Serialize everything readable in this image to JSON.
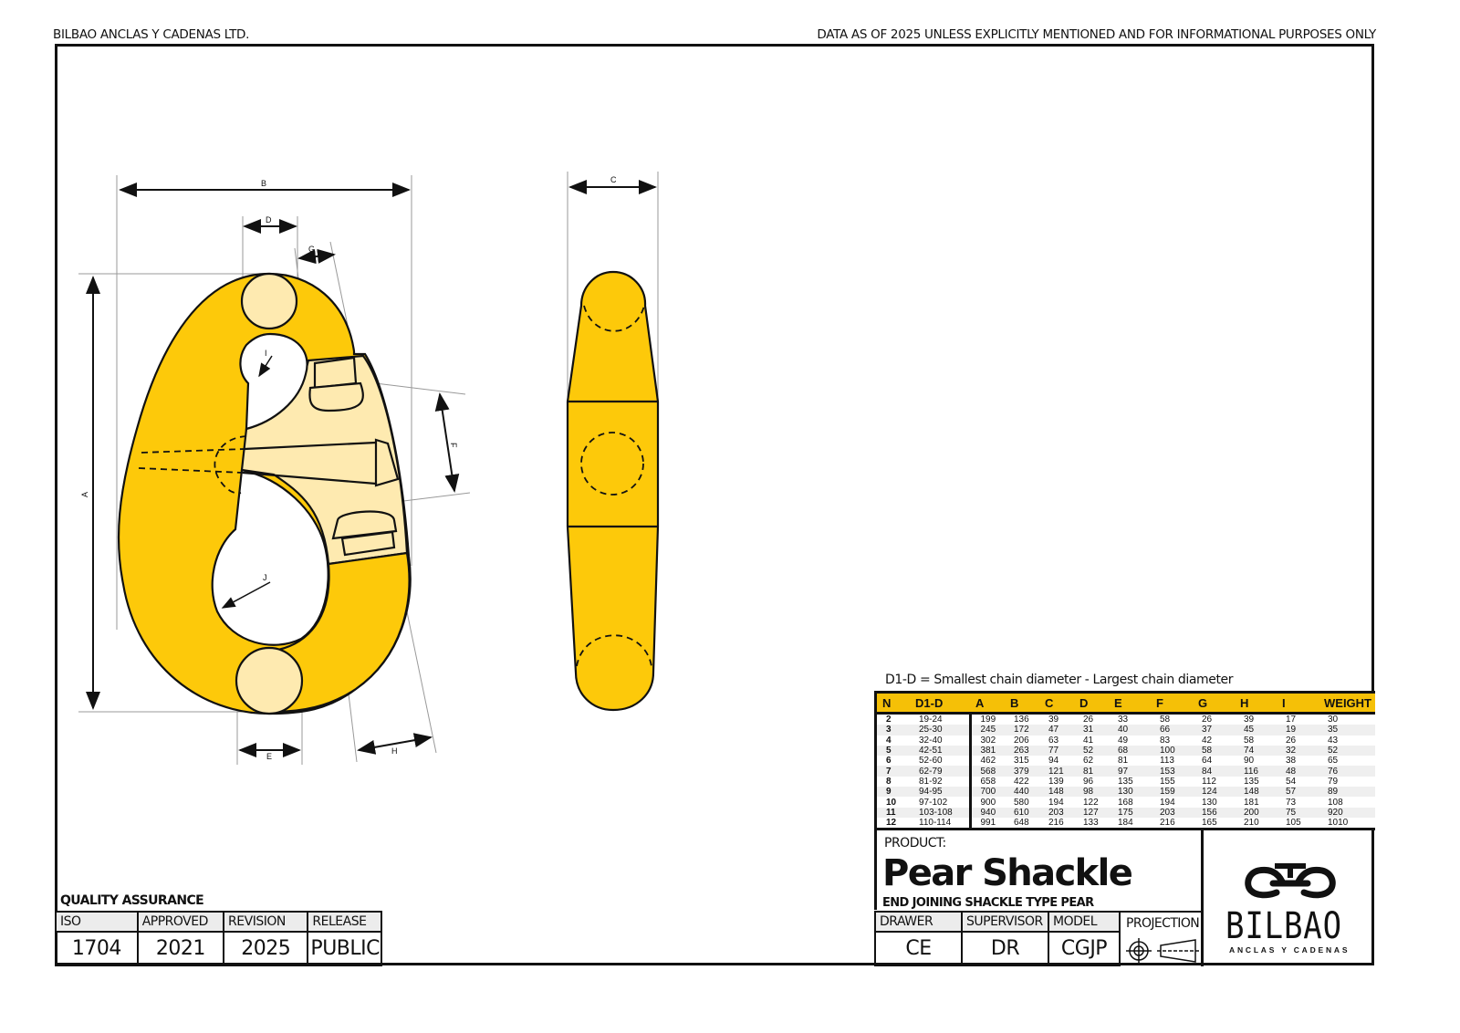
{
  "header": {
    "company": "BILBAO ANCLAS Y CADENAS LTD.",
    "disclaimer": "DATA AS OF 2025 UNLESS EXPLICITLY MENTIONED AND FOR INFORMATIONAL PURPOSES ONLY"
  },
  "drawing": {
    "front_view_labels": [
      "A",
      "B",
      "D",
      "G",
      "I",
      "J",
      "F",
      "E",
      "H"
    ],
    "side_view_labels": [
      "C"
    ],
    "colors": {
      "body": "#fdc90a",
      "insert": "#feeab0",
      "outline": "#111111"
    }
  },
  "specs": {
    "note": "D1-D = Smallest chain diameter - Largest chain diameter",
    "columns": [
      "N",
      "D1-D",
      "A",
      "B",
      "C",
      "D",
      "E",
      "F",
      "G",
      "H",
      "I",
      "WEIGHT"
    ],
    "rows": [
      [
        "2",
        "19-24",
        "199",
        "136",
        "39",
        "26",
        "33",
        "58",
        "26",
        "39",
        "17",
        "30"
      ],
      [
        "3",
        "25-30",
        "245",
        "172",
        "47",
        "31",
        "40",
        "66",
        "37",
        "45",
        "19",
        "35"
      ],
      [
        "4",
        "32-40",
        "302",
        "206",
        "63",
        "41",
        "49",
        "83",
        "42",
        "58",
        "26",
        "43"
      ],
      [
        "5",
        "42-51",
        "381",
        "263",
        "77",
        "52",
        "68",
        "100",
        "58",
        "74",
        "32",
        "52"
      ],
      [
        "6",
        "52-60",
        "462",
        "315",
        "94",
        "62",
        "81",
        "113",
        "64",
        "90",
        "38",
        "65"
      ],
      [
        "7",
        "62-79",
        "568",
        "379",
        "121",
        "81",
        "97",
        "153",
        "84",
        "116",
        "48",
        "76"
      ],
      [
        "8",
        "81-92",
        "658",
        "422",
        "139",
        "96",
        "135",
        "155",
        "112",
        "135",
        "54",
        "79"
      ],
      [
        "9",
        "94-95",
        "700",
        "440",
        "148",
        "98",
        "130",
        "159",
        "124",
        "148",
        "57",
        "89"
      ],
      [
        "10",
        "97-102",
        "900",
        "580",
        "194",
        "122",
        "168",
        "194",
        "130",
        "181",
        "73",
        "108"
      ],
      [
        "11",
        "103-108",
        "940",
        "610",
        "203",
        "127",
        "175",
        "203",
        "156",
        "200",
        "75",
        "920"
      ],
      [
        "12",
        "110-114",
        "991",
        "648",
        "216",
        "133",
        "184",
        "216",
        "165",
        "210",
        "105",
        "1010"
      ]
    ],
    "header_color": "#f5c007"
  },
  "product": {
    "label": "PRODUCT:",
    "name": "Pear Shackle",
    "subtitle": "END JOINING SHACKLE TYPE PEAR"
  },
  "title_block": {
    "headers": [
      "DRAWER",
      "SUPERVISOR",
      "MODEL"
    ],
    "values": [
      "CE",
      "DR",
      "CGJP"
    ],
    "projection_label": "PROJECTION",
    "projection_icon": "first-angle-projection-icon"
  },
  "logo": {
    "name": "BILBAO",
    "tagline": "ANCLAS Y CADENAS",
    "icon": "chain-link-icon"
  },
  "quality": {
    "title": "QUALITY ASSURANCE",
    "headers": [
      "ISO",
      "APPROVED",
      "REVISION",
      "RELEASE"
    ],
    "values": [
      "1704",
      "2021",
      "2025",
      "PUBLIC"
    ]
  }
}
